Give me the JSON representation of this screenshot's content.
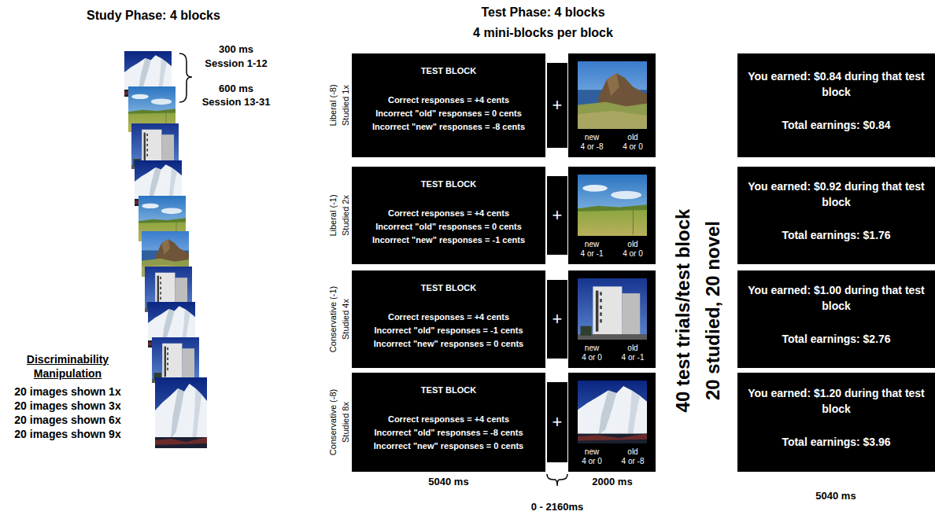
{
  "diagram": {
    "nodes": [
      {
        "text": [
          "TEST BLOCK",
          "Correct responses = +4 cents",
          "Incorrect \"old\" responses = 0 cents",
          "Incorrect \"new\" responses = -8 cents"
        ]
      },
      {
        "text": [
          "+"
        ]
      },
      {
        "text": [
          "new",
          "4 or -8",
          "old",
          "4 or 0"
        ]
      },
      {
        "text": [
          "You earned: $0.84 during that test block",
          "Total earnings: $0.84"
        ]
      },
      {
        "text": [
          "TEST BLOCK",
          "Correct responses = +4 cents",
          "Incorrect \"old\" responses = 0 cents",
          "Incorrect \"new\" responses = -1 cents"
        ]
      },
      {
        "text": [
          "+"
        ]
      },
      {
        "text": [
          "new",
          "4 or -1",
          "old",
          "4 or 0"
        ]
      },
      {
        "text": [
          "You earned: $0.92 during that test block",
          "Total earnings: $1.76"
        ]
      },
      {
        "text": [
          "TEST BLOCK",
          "Correct responses = +4 cents",
          "Incorrect \"old\" responses = -1 cents",
          "Incorrect \"new\" responses = 0 cents"
        ]
      },
      {
        "text": [
          "+"
        ]
      },
      {
        "text": [
          "new",
          "4 or 0",
          "old",
          "4 or -1"
        ]
      },
      {
        "text": [
          "You earned: $1.00 during that test block",
          "Total earnings: $2.76"
        ]
      },
      {
        "text": [
          "TEST BLOCK",
          "Correct responses = +4 cents",
          "Incorrect \"old\" responses = -8 cents",
          "Incorrect \"new\" responses = 0 cents"
        ]
      },
      {
        "text": [
          "+"
        ]
      },
      {
        "text": [
          "new",
          "4 or 0",
          "old",
          "4 or -8"
        ]
      },
      {
        "text": [
          "You earned: $1.20 during that test block",
          "Total earnings: $3.96"
        ]
      }
    ],
    "labels": [
      "Study Phase: 4 blocks",
      "300 ms",
      "Session 1-12",
      "600 ms",
      "Session 13-31",
      "Discriminability Manipulation",
      "20 images shown 1x",
      "20 images shown 3x",
      "20 images shown 6x",
      "20 images shown 9x",
      "Test Phase: 4 blocks",
      "4 mini-blocks per block",
      "Liberal (-8)",
      "Studied 1x",
      "Liberal (-1)",
      "Studied 2x",
      "Conservative (-1)",
      "Studied 4x",
      "Conservative (-8)",
      "Studied 8x",
      "40 test trials/test block",
      "20 studied, 20 novel",
      "5040 ms",
      "0 - 2160ms",
      "2000 ms",
      "5040 ms"
    ]
  }
}
